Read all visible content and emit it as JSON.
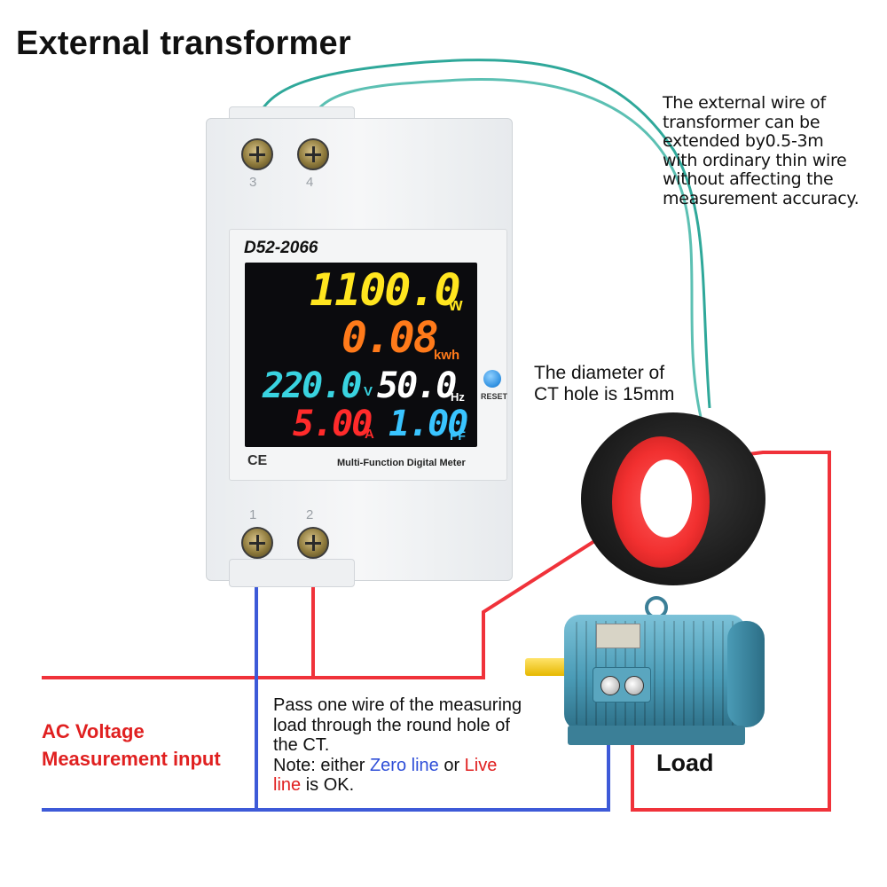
{
  "title": "External transformer",
  "external_wire_note": [
    "The external wire of",
    "transformer can be",
    "extended by0.5-3m",
    "with ordinary thin wire",
    "without affecting the",
    "measurement accuracy."
  ],
  "ct_note": [
    "The diameter of",
    "CT hole is 15mm"
  ],
  "meter": {
    "model": "D52-2066",
    "terminals_top": [
      "3",
      "4"
    ],
    "terminals_bottom": [
      "1",
      "2"
    ],
    "power_value": "1100.0",
    "power_unit": "w",
    "energy_value": "0.08",
    "energy_unit": "kwh",
    "voltage_value": "220.0",
    "voltage_unit": "V",
    "frequency_value": "50.0",
    "frequency_unit": "Hz",
    "current_value": "5.00",
    "current_unit": "A",
    "pf_value": "1.00",
    "pf_unit": "PF",
    "reset_label": "RESET",
    "ce_mark": "CE",
    "caption": "Multi-Function Digital Meter",
    "colors": {
      "power": "#ffe51f",
      "energy": "#ff7a1a",
      "voltage": "#39d3e0",
      "frequency": "#ffffff",
      "current": "#ff2b2b",
      "pf": "#39c4ff"
    }
  },
  "pass_note": {
    "line1": "Pass one wire of the measuring",
    "line2": "load through the round hole of",
    "line3": "the CT.",
    "line4_prefix": "Note: either ",
    "zero_line": "Zero line",
    "or": " or ",
    "live": "Live",
    "line5_live": "line",
    "line5_suffix": " is OK."
  },
  "ac_label": [
    "AC Voltage",
    "Measurement input"
  ],
  "load_label": "Load",
  "wire_colors": {
    "live": "#f0323a",
    "neutral": "#3d5ad8",
    "ct": "#2fa89a"
  }
}
